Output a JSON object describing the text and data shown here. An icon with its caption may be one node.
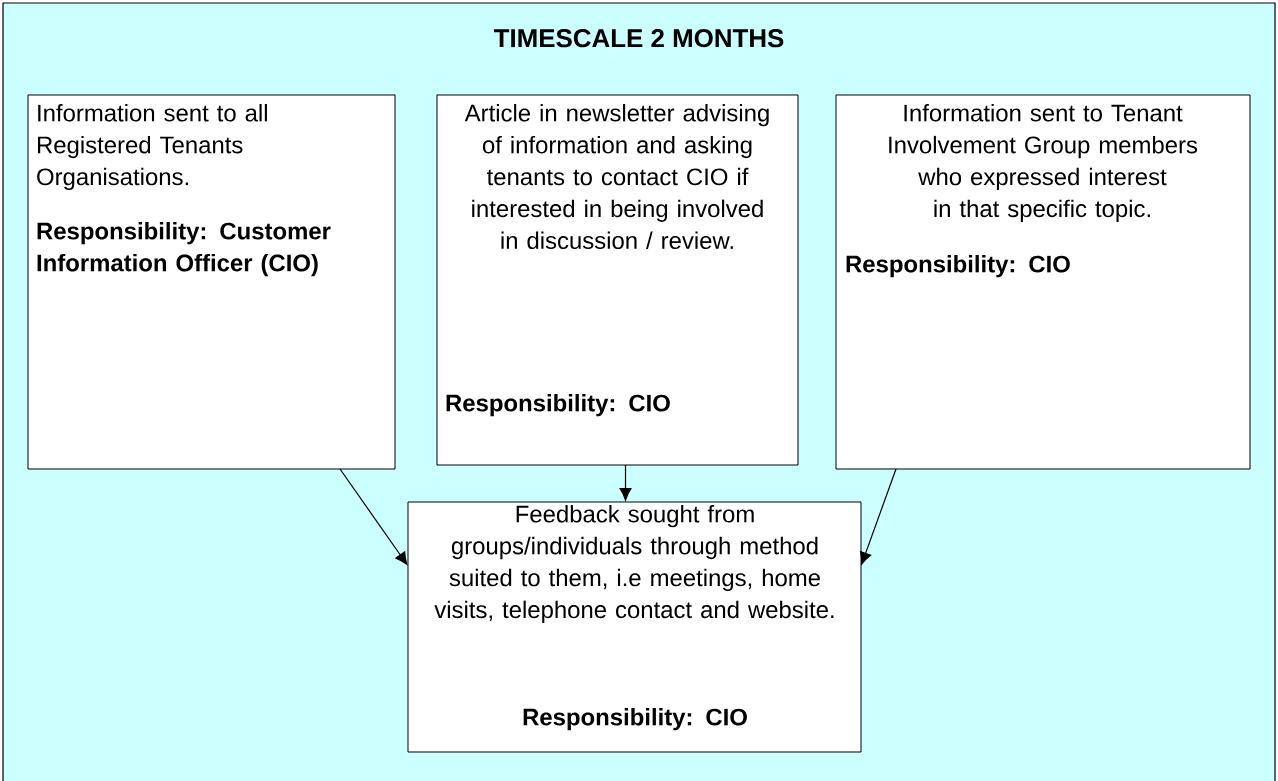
{
  "diagram": {
    "nodes": [
      {
        "text": [
          "TIMESCALE 2 MONTHS"
        ]
      },
      {
        "text": [
          "Information sent to all Registered Tenants Organisations.",
          "Responsibility: Customer Information Officer (CIO)"
        ],
        "in": 0
      },
      {
        "text": [
          "Article in newsletter advising of information and asking tenants to contact CIO if interested in being involved in discussion / review.",
          "Responsibility: CIO"
        ],
        "in": 0
      },
      {
        "text": [
          "Information sent to Tenant Involvement Group members who expressed interest in that specific topic.",
          "Responsibility:  CIO"
        ],
        "in": 0
      },
      {
        "text": [
          "Feedback sought from groups/individuals through method suited to them, i.e meetings, home visits, telephone contact and website.",
          "Responsibility:  CIO"
        ],
        "in": 0
      }
    ],
    "edges": [
      {
        "from": 1,
        "to": 4,
        "arrow": "to"
      },
      {
        "from": 2,
        "to": 4,
        "arrow": "to"
      },
      {
        "from": 3,
        "to": 4,
        "arrow": "to"
      }
    ]
  }
}
